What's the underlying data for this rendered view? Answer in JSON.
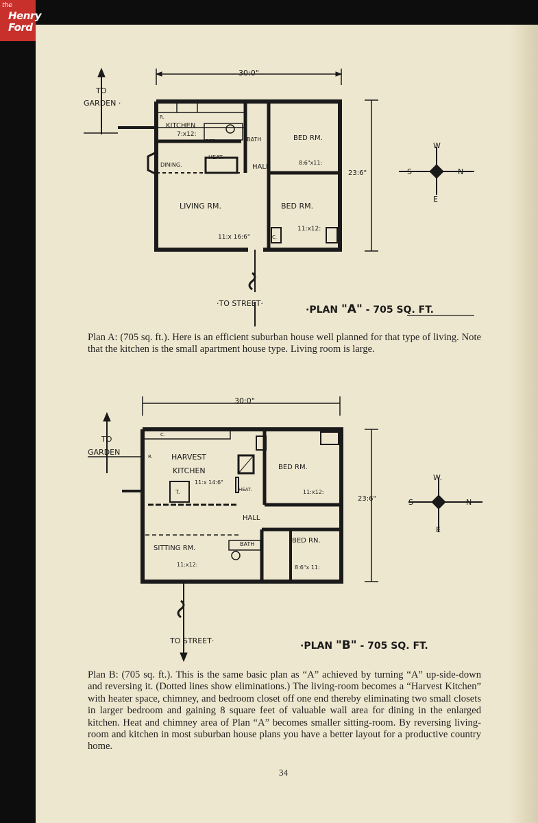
{
  "logo": {
    "the": "the",
    "line1": "Henry",
    "line2": "Ford"
  },
  "plan_a": {
    "heading_prefix": "·PLAN ",
    "heading_letter": "\"A\"",
    "heading_suffix": " - 705 SQ. FT.",
    "width_dim": "30:0\"",
    "depth_dim": "23:6\"",
    "garden": "GARDEN ·",
    "to": "TO",
    "street": "·TO STREET·",
    "compass": {
      "n": "N",
      "s": "S",
      "e": "E",
      "w": "W"
    },
    "rooms": {
      "kitchen": "KITCHEN",
      "kitchen_dim": "7:x12:",
      "ref": "REF.",
      "bath": "BATH",
      "bed1": "BED RM.",
      "bed1_dim": "8:6\"x11:",
      "heat": "HEAT.",
      "dining": "DINING.",
      "hall": "HALL",
      "living": "LIVING RM.",
      "living_dim": "11:x 16:6\"",
      "bed2": "BED RM.",
      "bed2_dim": "11:x12:",
      "closet": "C.",
      "range": "R."
    }
  },
  "caption_a": "Plan A: (705 sq. ft.). Here is an efficient suburban house well planned for that type of living. Note that the kitchen is the small apartment house type. Living room is large.",
  "plan_b": {
    "heading_prefix": "·PLAN ",
    "heading_letter": "\"B\"",
    "heading_suffix": " - 705 SQ. FT.",
    "width_dim": "30:0\"",
    "depth_dim": "23:6\"",
    "garden": "GARDEN",
    "to": "TO",
    "street": "TO STREET·",
    "compass": {
      "n": "N",
      "s": "S",
      "e": "E",
      "w": "W."
    },
    "rooms": {
      "harvest1": "HARVEST",
      "harvest2": "KITCHEN",
      "harvest_dim": "11:x 14:6\"",
      "t": "T.",
      "heat": "HEAT.",
      "bed1": "BED RM.",
      "bed1_dim": "11:x12:",
      "hall": "HALL",
      "sitting": "SITTING RM.",
      "sitting_dim": "11:x12:",
      "bath": "BATH",
      "bed2": "BED RN.",
      "bed2_dim": "8:6\"x 11:",
      "closet": "C.",
      "range": "R."
    }
  },
  "caption_b": "Plan B: (705 sq. ft.). This is the same basic plan as “A” achieved by turning “A” up-side-down and reversing it. (Dotted lines show eliminations.) The living-room becomes a “Harvest Kitchen” with heater space, chimney, and bedroom closet off one end thereby eliminating two small closets in larger bedroom and gaining 8 square feet of valuable wall area for dining in the enlarged kitchen. Heat and chimney area of Plan “A” becomes smaller sitting-room. By reversing living-room and kitchen in most suburban house plans you have a better layout for a productive country home.",
  "page_number": "34"
}
